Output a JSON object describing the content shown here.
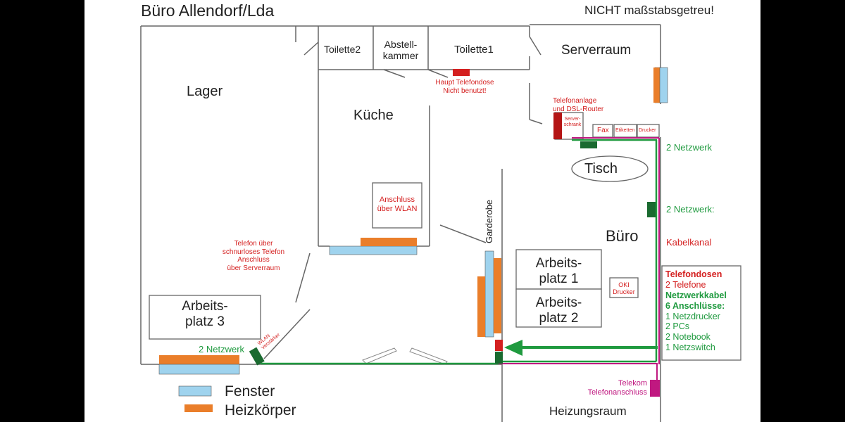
{
  "title": "Büro Allendorf/Lda",
  "scale_note": "NICHT maßstabsgetreu!",
  "rooms": {
    "toilette2": "Toilette2",
    "abstellkammer": [
      "Abstell-",
      "kammer"
    ],
    "toilette1": "Toilette1",
    "serverraum": "Serverraum",
    "lager": "Lager",
    "kueche": "Küche",
    "buero": "Büro",
    "heizungsraum": "Heizungsraum",
    "garderobe": "Garderobe"
  },
  "furniture": {
    "tisch": "Tisch",
    "arbeitsplatz1": [
      "Arbeits-",
      "platz 1"
    ],
    "arbeitsplatz2": [
      "Arbeits-",
      "platz 2"
    ],
    "arbeitsplatz3": [
      "Arbeits-",
      "platz 3"
    ],
    "server_schrank": [
      "Server-",
      "schrank"
    ],
    "fax": "Fax",
    "etiketten": "Etiketten",
    "drucker": "Drucker",
    "oki_drucker": [
      "OKI",
      "Drucker"
    ],
    "wlan_box": [
      "Anschluss",
      "über WLAN"
    ]
  },
  "annotations": {
    "haupt_telefondose": [
      "Haupt Telefondose",
      "Nicht benutzt!"
    ],
    "telefonanlage": [
      "Telefonanlage",
      "und DSL-Router"
    ],
    "telefon_schnurlos": [
      "Telefon über",
      "schnurloses Telefon",
      "Anschluss",
      "über Serverraum"
    ],
    "wlan_verstaerker": [
      "WLAN",
      "Verstärker"
    ],
    "netzwerk_top": "2 Netzwerk",
    "netzwerk_mid": "2 Netzwerk:",
    "netzwerk_bottom": "2 Netzwerk",
    "kabelkanal": "Kabelkanal",
    "telekom": [
      "Telekom",
      "Telefonanschluss"
    ]
  },
  "info_box": {
    "telefondosen_title": "Telefondosen",
    "telefondosen_item": "2 Telefone",
    "netzwerk_title": [
      "Netzwerkkabel",
      "6 Anschlüsse:"
    ],
    "netzwerk_items": [
      "1 Netzdrucker",
      "2 PCs",
      "2 Notebook",
      "1 Netzswitch"
    ]
  },
  "legend": {
    "fenster": "Fenster",
    "heizkoerper": "Heizkörper"
  },
  "colors": {
    "wall": "#666666",
    "window": "#9fd3ee",
    "heater": "#ea7e2a",
    "red": "#d42020",
    "green": "#1f9a3f",
    "magenta": "#c01880"
  }
}
